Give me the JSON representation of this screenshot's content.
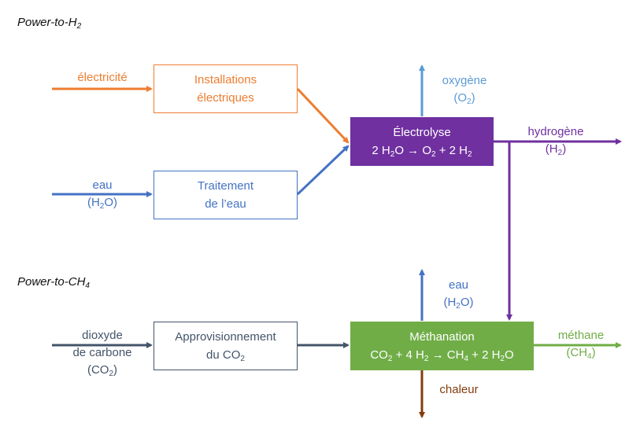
{
  "titles": {
    "h2": {
      "main": "Power-to-H",
      "sub": "2"
    },
    "ch4": {
      "main": "Power-to-CH",
      "sub": "4"
    }
  },
  "colors": {
    "electricity": "#ed7d31",
    "water": "#4472c4",
    "oxygen": "#5b9bd5",
    "hydrogen": "#7030a0",
    "co2": "#44546a",
    "methane": "#70ad47",
    "heat": "#843c0c"
  },
  "inputs": {
    "electricity": {
      "label": "électricité"
    },
    "water": {
      "line1": "eau",
      "formula_pre": "(H",
      "formula_sub": "2",
      "formula_post": "O)"
    },
    "co2": {
      "line1": "dioxyde",
      "line2": "de carbone",
      "formula_pre": "(CO",
      "formula_sub": "2",
      "formula_post": ")"
    }
  },
  "boxes": {
    "electrical": {
      "line1": "Installations",
      "line2": "électriques"
    },
    "water_treatment": {
      "line1": "Traitement",
      "line2": "de l’eau"
    },
    "co2_supply": {
      "line1": "Approvisionnement",
      "line2_pre": "du CO",
      "line2_sub": "2"
    },
    "electrolysis": {
      "title": "Électrolyse",
      "equation": [
        "2 H",
        "2",
        "O → O",
        "2",
        " + 2 H",
        "2"
      ]
    },
    "methanation": {
      "title": "Méthanation",
      "equation": [
        "CO",
        "2",
        " + 4 H",
        "2",
        " → CH",
        "4",
        " + 2 H",
        "2",
        "O"
      ]
    }
  },
  "outputs": {
    "oxygen": {
      "line1": "oxygène",
      "formula_pre": "(O",
      "formula_sub": "2",
      "formula_post": ")"
    },
    "hydrogen": {
      "line1": "hydrogène",
      "formula_pre": "(H",
      "formula_sub": "2",
      "formula_post": ")"
    },
    "water": {
      "line1": "eau",
      "formula_pre": "(H",
      "formula_sub": "2",
      "formula_post": "O)"
    },
    "methane": {
      "line1": "méthane",
      "formula_pre": "(CH",
      "formula_sub": "4",
      "formula_post": ")"
    },
    "heat": {
      "line1": "chaleur"
    }
  }
}
